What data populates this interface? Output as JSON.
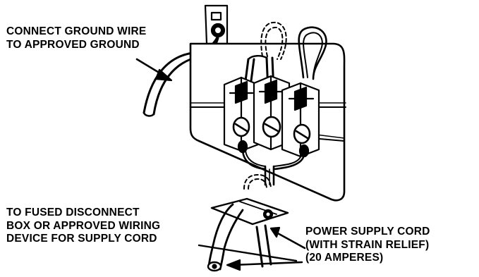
{
  "diagram": {
    "labels": {
      "ground": [
        "CONNECT GROUND WIRE",
        "TO APPROVED GROUND"
      ],
      "fused": [
        "TO FUSED DISCONNECT",
        "BOX OR APPROVED WIRING",
        "DEVICE FOR SUPPLY CORD"
      ],
      "cord": [
        "POWER SUPPLY CORD",
        "(WITH STRAIN RELIEF)",
        "(20 AMPERES)"
      ]
    },
    "colors": {
      "ink": "#000000",
      "paper": "#ffffff"
    }
  }
}
